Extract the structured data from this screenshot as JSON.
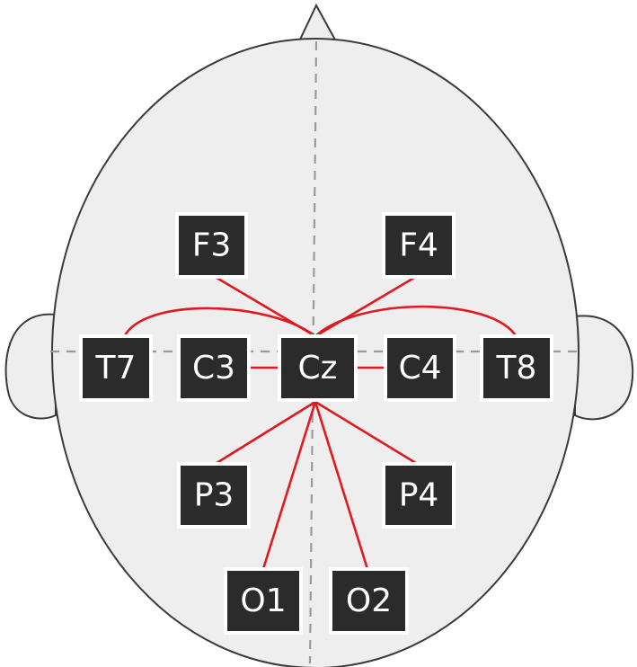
{
  "colors": {
    "head_fill": "#eeeeee",
    "head_stroke": "#3a3a3a",
    "electrode_fill": "#2b2b2b",
    "electrode_text": "#ffffff",
    "connection": "#e0191e",
    "midline": "#9a9a9a"
  },
  "electrodes": {
    "f3": "F3",
    "f4": "F4",
    "t7": "T7",
    "c3": "C3",
    "cz": "Cz",
    "c4": "C4",
    "t8": "T8",
    "p3": "P3",
    "p4": "P4",
    "o1": "O1",
    "o2": "O2"
  },
  "connections": [
    [
      "Cz",
      "F3"
    ],
    [
      "Cz",
      "F4"
    ],
    [
      "Cz",
      "T7"
    ],
    [
      "Cz",
      "T8"
    ],
    [
      "Cz",
      "C3"
    ],
    [
      "Cz",
      "C4"
    ],
    [
      "Cz",
      "P3"
    ],
    [
      "Cz",
      "P4"
    ],
    [
      "Cz",
      "O1"
    ],
    [
      "Cz",
      "O2"
    ]
  ]
}
